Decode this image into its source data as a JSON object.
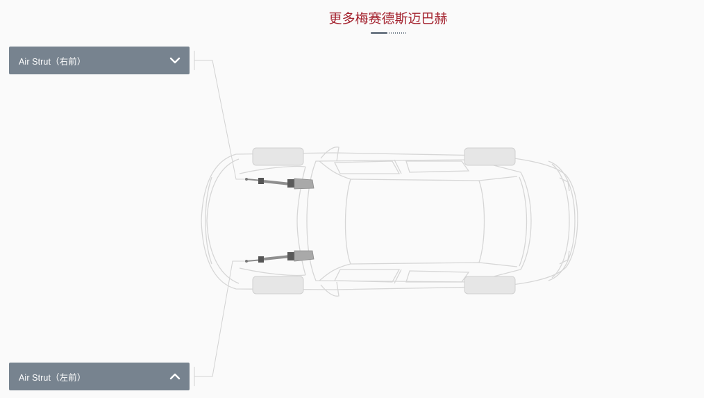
{
  "header": {
    "title": "更多梅赛德斯迈巴赫"
  },
  "pager": {
    "active_index": 0
  },
  "parts": [
    {
      "label": "Air Strut（右前）",
      "state": "collapsed",
      "chevron": "chevron-down-icon"
    },
    {
      "label": "Air Strut（左前）",
      "state": "expanded",
      "chevron": "chevron-up-icon"
    }
  ],
  "colors": {
    "title": "#a4232f",
    "dropdown_bg": "#77838f",
    "dropdown_text": "#ffffff",
    "outline": "#d6d6d6",
    "wheel_fill": "#e6e6e6"
  },
  "car_icon": "car-top-view"
}
